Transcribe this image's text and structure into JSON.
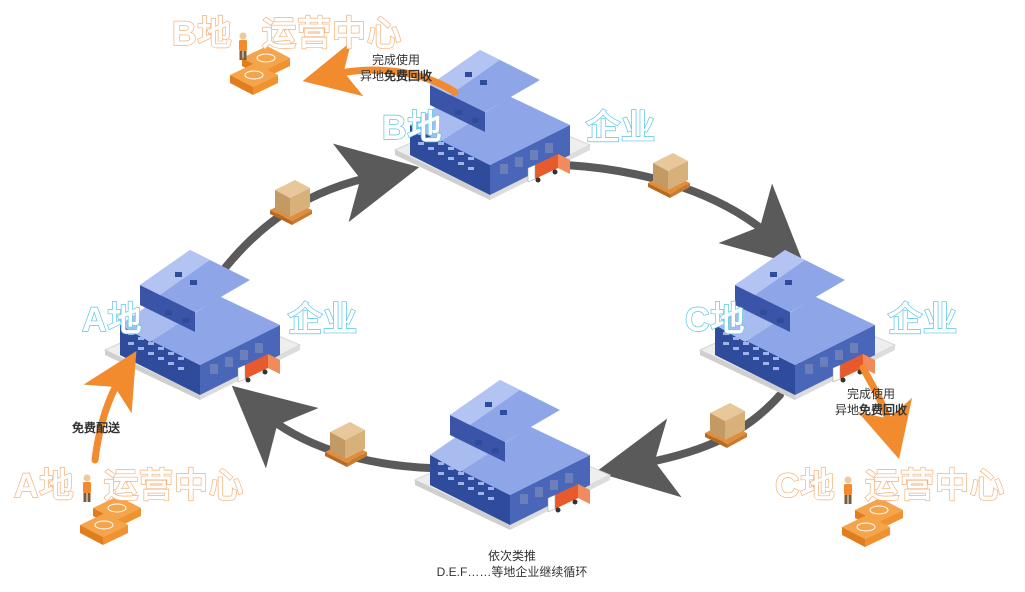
{
  "nodes": {
    "a": {
      "place": "A地",
      "company": "企业",
      "center": "运营中心"
    },
    "b": {
      "place": "B地",
      "company": "企业",
      "center": "运营中心"
    },
    "c": {
      "place": "C地",
      "company": "企业",
      "center": "运营中心"
    }
  },
  "notes": {
    "free_delivery": "免费配送",
    "done_use": "完成使用",
    "other_place": "异地",
    "free_recycle": "免费回收"
  },
  "footer": {
    "line1": "依次类推",
    "line2": "D.E.F……等地企业继续循环"
  },
  "colors": {
    "orange": "#f28a2e",
    "cyan": "#5cc6e6",
    "arrow_gray": "#5a5a5a",
    "roof": "#8ea6e8",
    "wall": "#3a55a8"
  }
}
